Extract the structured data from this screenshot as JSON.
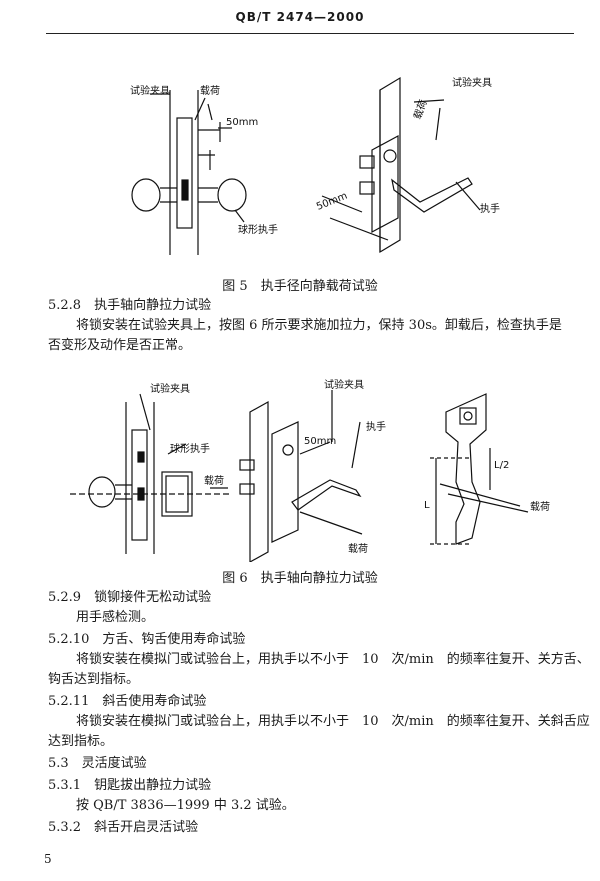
{
  "header": {
    "code": "QB/T 2474—2000"
  },
  "figure5": {
    "labels": {
      "fixture_left": "试验夹具",
      "load_left": "载荷",
      "dist_left": "50mm",
      "knob_handle": "球形执手",
      "fixture_right": "试验夹具",
      "load_right": "载荷",
      "dist_right": "50mm",
      "lever_handle": "执手"
    },
    "caption": "图 5　执手径向静载荷试验"
  },
  "sec_5_2_8": {
    "heading": "5.2.8　执手轴向静拉力试验",
    "line1": "将锁安装在试验夹具上，按图 6 所示要求施加拉力，保持 30s。卸载后，检查执手是",
    "line2": "否变形及动作是否正常。"
  },
  "figure6": {
    "labels": {
      "fixture_left": "试验夹具",
      "knob_handle": "球形执手",
      "load_left": "载荷",
      "fixture_mid": "试验夹具",
      "handle_mid": "执手",
      "dist_mid": "50mm",
      "load_mid": "载荷",
      "half_l": "L/2",
      "l": "L",
      "load_right": "载荷"
    },
    "caption": "图 6　执手轴向静拉力试验"
  },
  "sec_5_2_9": {
    "heading": "5.2.9　锁铆接件无松动试验",
    "line1": "用手感检测。"
  },
  "sec_5_2_10": {
    "heading": "5.2.10　方舌、钩舌使用寿命试验",
    "line1": "将锁安装在模拟门或试验台上，用执手以不小于　10　次/min　的频率往复开、关方舌、",
    "line2": "钩舌达到指标。"
  },
  "sec_5_2_11": {
    "heading": "5.2.11　斜舌使用寿命试验",
    "line1": "将锁安装在模拟门或试验台上，用执手以不小于　10　次/min　的频率往复开、关斜舌应",
    "line2": "达到指标。"
  },
  "sec_5_3": {
    "heading": "5.3　灵活度试验"
  },
  "sec_5_3_1": {
    "heading": "5.3.1　钥匙拔出静拉力试验",
    "line1": "按 QB/T 3836—1999 中 3.2 试验。"
  },
  "sec_5_3_2": {
    "heading": "5.3.2　斜舌开启灵活试验"
  },
  "page_number": "5"
}
